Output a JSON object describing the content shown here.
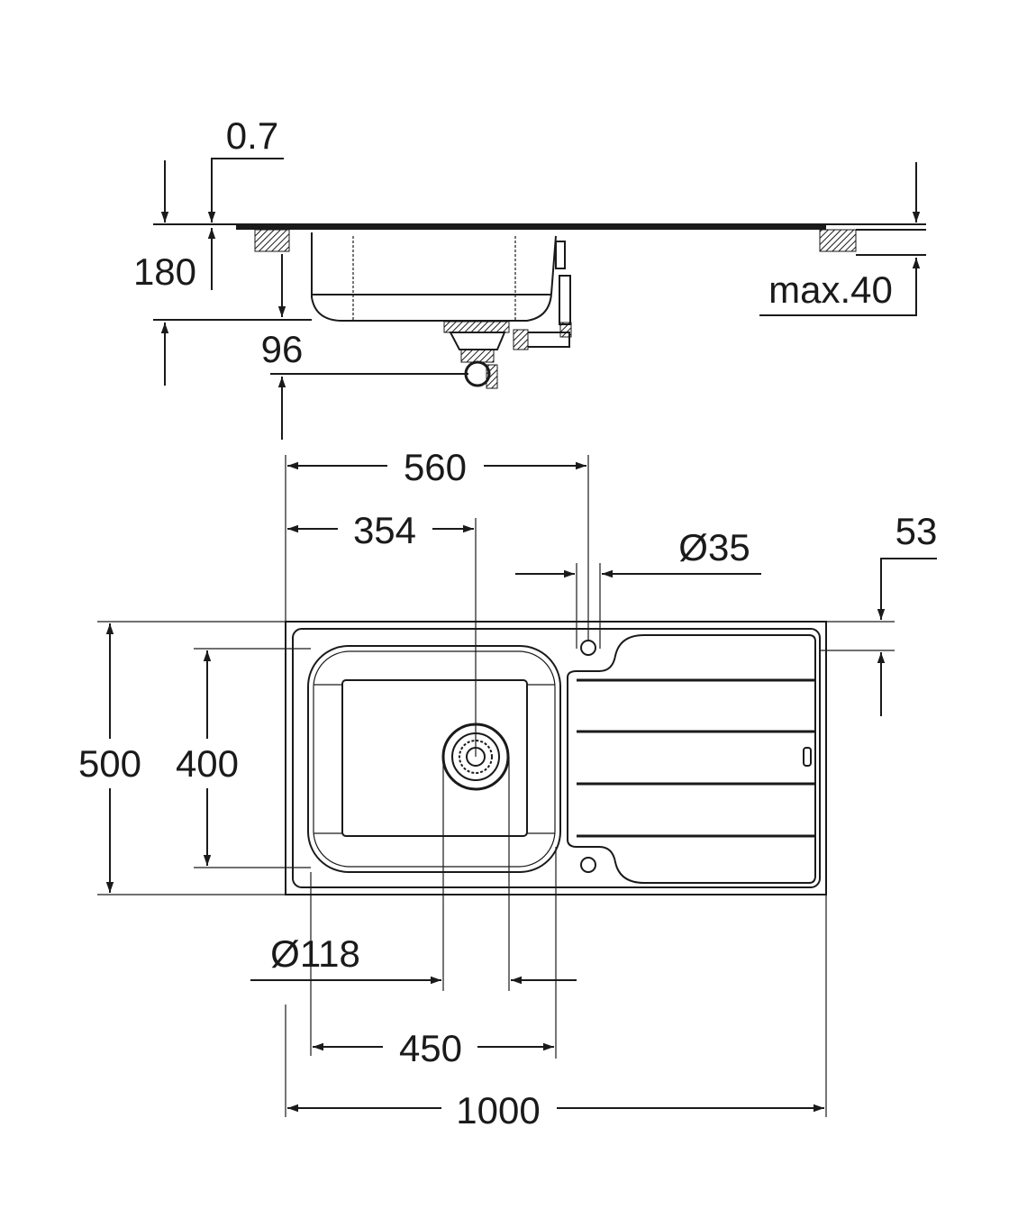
{
  "title": "Kitchen sink dimension drawing",
  "side_view": {
    "thickness": "0.7",
    "height": "180",
    "drain_offset": "96",
    "max_counter": "max.40"
  },
  "top_view": {
    "tap_position": "560",
    "drain_position": "354",
    "tap_hole_diameter": "Ø35",
    "tap_hole_offset": "53",
    "overall_depth": "500",
    "bowl_depth": "400",
    "drain_diameter": "Ø118",
    "bowl_width": "450",
    "overall_width": "1000"
  },
  "colors": {
    "line": "#1a1a1a",
    "background": "#ffffff"
  }
}
